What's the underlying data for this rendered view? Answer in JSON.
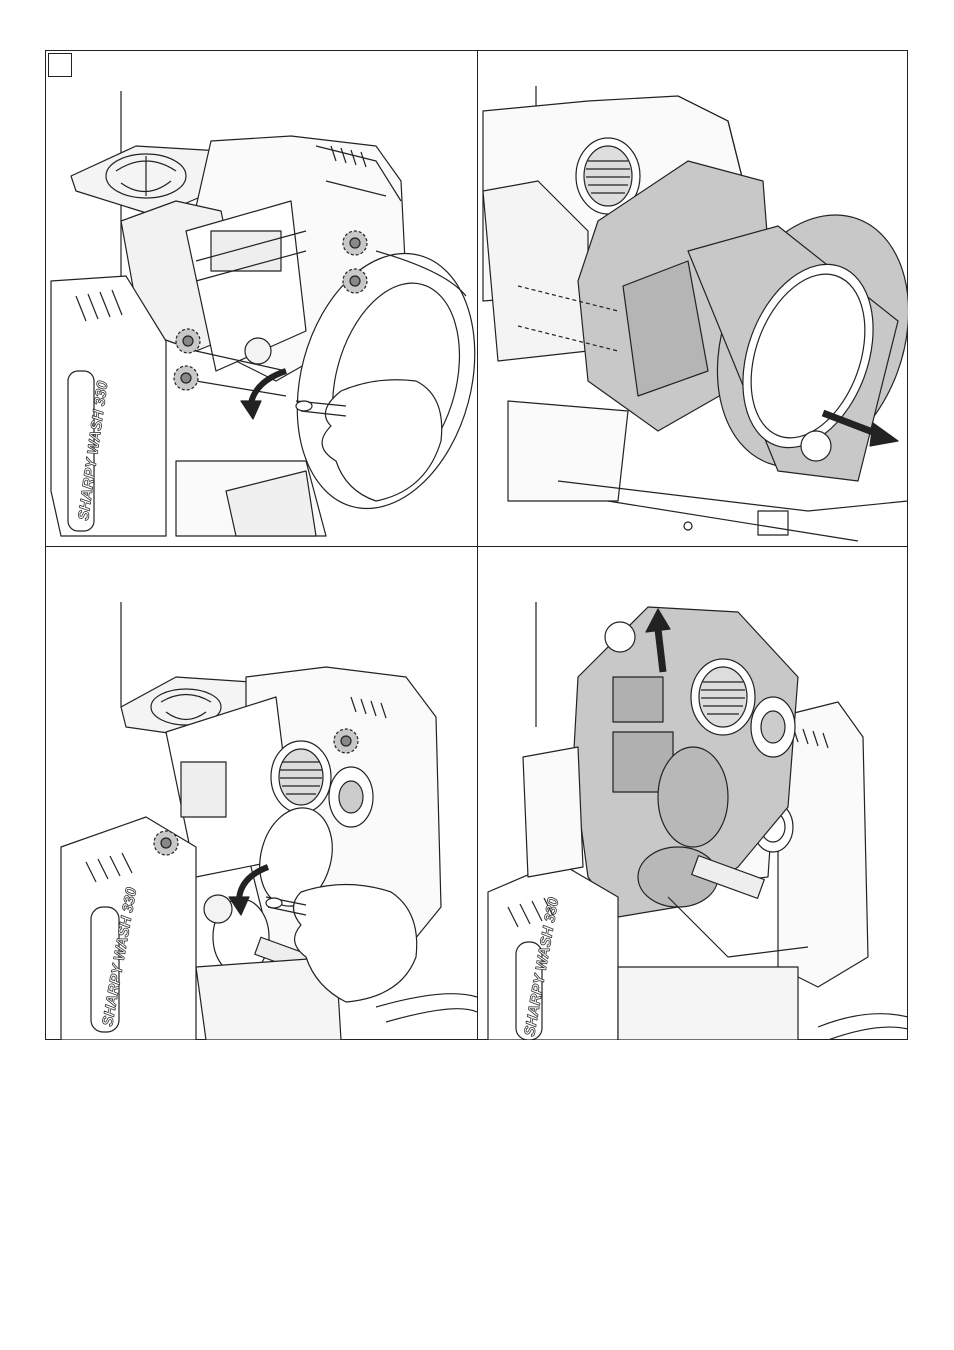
{
  "figure": {
    "step_number": "",
    "panels": [
      {
        "id": "remove-screws",
        "action": "unscrew",
        "product_label": "SHARPY WASH 330"
      },
      {
        "id": "pull-out-module",
        "action": "pull-out",
        "marker": ""
      },
      {
        "id": "remove-module-screws",
        "action": "unscrew",
        "product_label": "SHARPY WASH 330"
      },
      {
        "id": "lift-out-module",
        "action": "lift-up",
        "marker": "",
        "product_label": "SHARPY WASH 330"
      }
    ],
    "colors": {
      "line": "#222222",
      "highlight": "#c8c8c8",
      "shade": "#9a9a9a",
      "paper": "#ffffff"
    },
    "icons": [
      "screw-marker-icon",
      "rotate-arrow-icon",
      "pull-arrow-icon",
      "lift-arrow-icon",
      "hand-icon",
      "fan-icon",
      "lens-icon"
    ]
  }
}
